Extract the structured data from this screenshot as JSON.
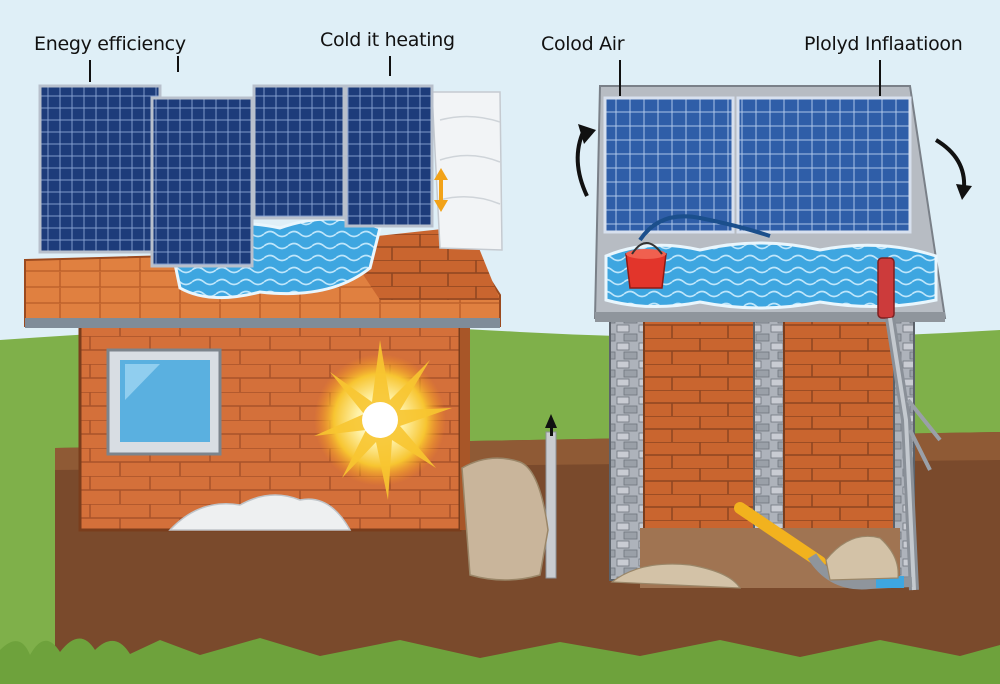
{
  "labels": {
    "energy_efficiency": "Enegy efficiency",
    "cold_heating": "Cold it heating",
    "cold_air": "Colod Air",
    "inflation": "Plolyd Inflaatioon"
  },
  "colors": {
    "sky": "#dfeff7",
    "grass": "#7fb04a",
    "soil": "#7a4a2c",
    "brick": "#d4703a",
    "roof_tile": "#e08040",
    "panel": "#1d3c7a",
    "panel_right": "#2f5ea8",
    "insulation_blue": "#3ea6e0",
    "stone": "#b8bcc4",
    "flame": "#f7c531",
    "pipe_yellow": "#f2b21e"
  },
  "icons": [
    "sun-icon",
    "arrow-up-icon",
    "arrow-down-icon",
    "double-arrow-icon",
    "flame-icon",
    "bucket-icon"
  ]
}
